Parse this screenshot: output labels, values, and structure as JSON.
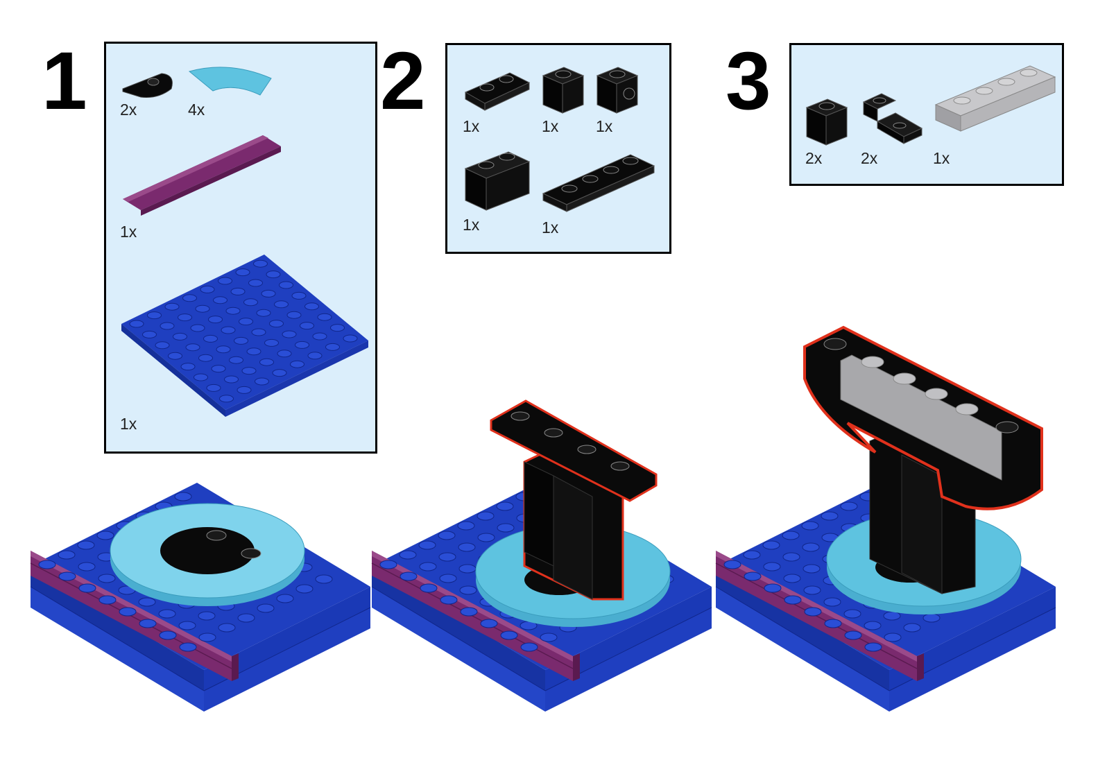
{
  "steps": [
    {
      "number": "1",
      "parts": [
        {
          "name": "black-curved-plate",
          "qty": "2x"
        },
        {
          "name": "light-blue-quarter-round-tile",
          "qty": "4x"
        },
        {
          "name": "magenta-long-tile",
          "qty": "1x"
        },
        {
          "name": "blue-8x8-plate",
          "qty": "1x"
        }
      ]
    },
    {
      "number": "2",
      "parts": [
        {
          "name": "black-1x2-plate",
          "qty": "1x"
        },
        {
          "name": "black-1x1-brick",
          "qty": "1x"
        },
        {
          "name": "black-1x1-brick-with-stud",
          "qty": "1x"
        },
        {
          "name": "black-1x2-brick",
          "qty": "1x"
        },
        {
          "name": "black-1x4-plate",
          "qty": "1x"
        }
      ]
    },
    {
      "number": "3",
      "parts": [
        {
          "name": "black-1x1-brick",
          "qty": "2x"
        },
        {
          "name": "black-bracket-plate",
          "qty": "2x"
        },
        {
          "name": "light-gray-1x4-brick",
          "qty": "1x"
        }
      ]
    }
  ],
  "colors": {
    "panel": "#dbeefb",
    "base_blue": "#1f3fc0",
    "magenta": "#7a2a6e",
    "light_blue": "#5ec3e0",
    "black": "#0a0a0a",
    "gray": "#a8a8ab",
    "highlight": "#e0311c"
  }
}
